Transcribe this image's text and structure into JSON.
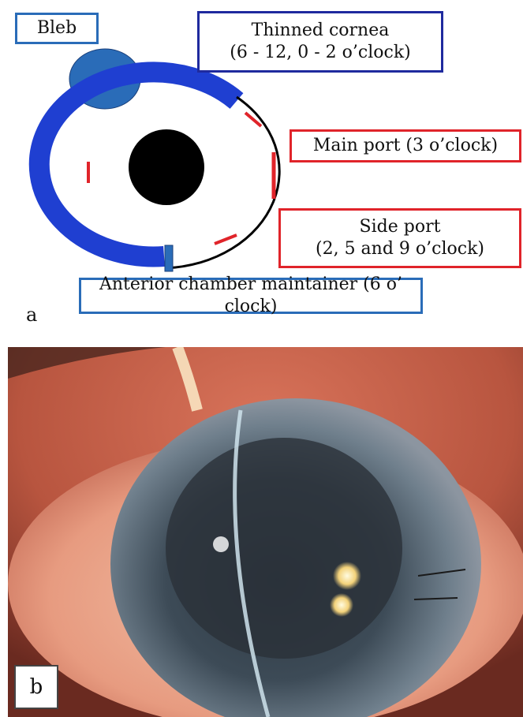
{
  "panel_a": {
    "letter": "a",
    "labels": {
      "bleb": "Bleb",
      "thinned_cornea_line1": "Thinned cornea",
      "thinned_cornea_line2": "(6 - 12, 0 - 2 o’clock)",
      "main_port": "Main port (3 o’clock)",
      "side_port_line1": "Side port",
      "side_port_line2": "(2, 5  and 9 o’clock)",
      "ac_maintainer": "Anterior chamber maintainer (6 o’ clock)"
    },
    "colors": {
      "cornea_blue": "#1f3fd1",
      "bleb_blue": "#2a6cb8",
      "incision_red": "#e0242a",
      "pupil": "#000000",
      "navy_border": "#1f2a9e",
      "blue_border": "#2a6cb8",
      "red_border": "#e0242a"
    }
  },
  "panel_b": {
    "letter": "b"
  }
}
